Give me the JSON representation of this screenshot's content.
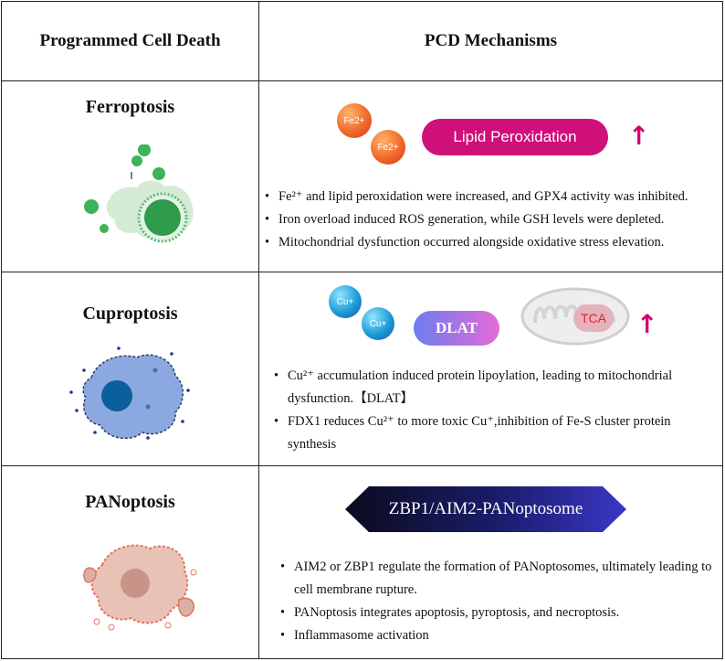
{
  "header": {
    "col1": "Programmed Cell Death",
    "col2": "PCD Mechanisms"
  },
  "rows": [
    {
      "title": "Ferroptosis",
      "badges": [
        "Fe2+",
        "Fe2+"
      ],
      "pill": "Lipid Peroxidation",
      "arrow": "↑",
      "bullets": [
        "Fe²⁺ and lipid peroxidation were increased, and GPX4 activity was inhibited.",
        "Iron overload induced ROS generation, while GSH levels were depleted.",
        "Mitochondrial dysfunction occurred alongside oxidative stress elevation."
      ]
    },
    {
      "title": "Cuproptosis",
      "badges": [
        "Cu+",
        "Cu+"
      ],
      "pill": "DLAT",
      "tca": "TCA",
      "arrow": "↑",
      "bullets": [
        "Cu²⁺ accumulation induced protein lipoylation, leading to mitochondrial dysfunction.【DLAT】",
        "FDX1 reduces Cu²⁺ to more toxic Cu⁺,inhibition of Fe-S cluster protein synthesis"
      ]
    },
    {
      "title": "PANoptosis",
      "banner": "ZBP1/AIM2-PANoptosome",
      "bullets": [
        "AIM2 or ZBP1 regulate the formation of PANoptosomes, ultimately leading to cell membrane rupture.",
        "PANoptosis integrates apoptosis, pyroptosis, and necroptosis.",
        "Inflammasome activation"
      ]
    }
  ],
  "colors": {
    "lipid_pill": "#cf0f7a",
    "arrow": "#d1006f",
    "fe_badge": "#f06a2a",
    "cu_badge": "#1f9bd6",
    "ferro_cell": "#2fae52",
    "cupro_cell": "#7d9bd8",
    "pan_cell": "#e88a74"
  },
  "icons": [
    "ferroptosis-cell-illustration",
    "cuproptosis-cell-illustration",
    "panoptosis-cell-illustration",
    "mitochondrion-illustration"
  ]
}
